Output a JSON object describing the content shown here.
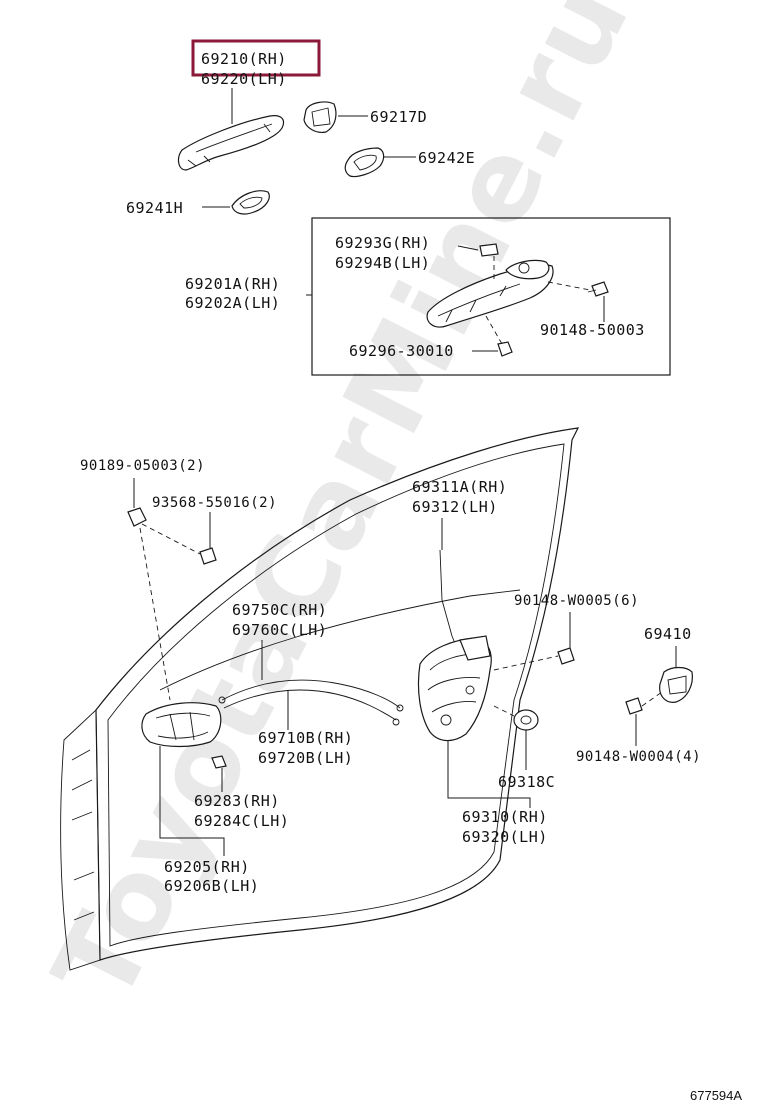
{
  "watermark": "ToyotaCarMine.ru",
  "drawing_number": "677594A",
  "highlight_color": "#8b1a3a",
  "parts": {
    "p69210": "69210(RH)",
    "p69220": "69220(LH)",
    "p69217D": "69217D",
    "p69242E": "69242E",
    "p69241H": "69241H",
    "p69293G": "69293G(RH)",
    "p69294B": "69294B(LH)",
    "p69201A": "69201A(RH)",
    "p69202A": "69202A(LH)",
    "p90148_50003": "90148-50003",
    "p69296_30010": "69296-30010",
    "p90189_05003": "90189-05003(2)",
    "p93568_55016": "93568-55016(2)",
    "p69311A": "69311A(RH)",
    "p69312": "69312(LH)",
    "p90148_W0005": "90148-W0005(6)",
    "p69410": "69410",
    "p69750C": "69750C(RH)",
    "p69760C": "69760C(LH)",
    "p69710B": "69710B(RH)",
    "p69720B": "69720B(LH)",
    "p90148_W0004": "90148-W0004(4)",
    "p69318C": "69318C",
    "p69283": "69283(RH)",
    "p69284C": "69284C(LH)",
    "p69310": "69310(RH)",
    "p69320": "69320(LH)",
    "p69205": "69205(RH)",
    "p69206B": "69206B(LH)"
  }
}
